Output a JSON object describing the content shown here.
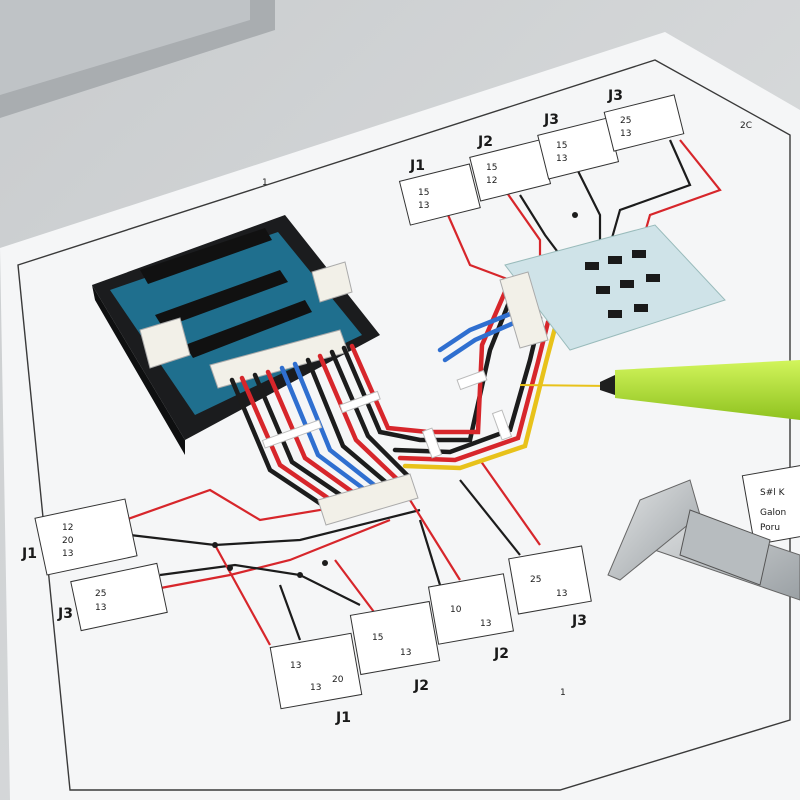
{
  "drawing": {
    "sheet_marks": {
      "top_left": "1",
      "top_right": "2C",
      "bottom": "1"
    },
    "connectors": {
      "top": [
        {
          "label": "J1",
          "rows": [
            "15",
            "13"
          ]
        },
        {
          "label": "J2",
          "rows": [
            "15",
            "12"
          ]
        },
        {
          "label": "J3",
          "rows": [
            "15",
            "13"
          ]
        },
        {
          "label": "J3",
          "rows": [
            "25",
            "13"
          ]
        }
      ],
      "left": [
        {
          "label": "J1",
          "rows": [
            "12",
            "20",
            "13"
          ]
        },
        {
          "label": "J3",
          "rows": [
            "25",
            "13"
          ]
        }
      ],
      "bottom": [
        {
          "label": "J1",
          "rows": [
            "13",
            "13",
            "20"
          ]
        },
        {
          "label": "J2",
          "rows": [
            "15",
            "13"
          ]
        },
        {
          "label": "J2",
          "rows": [
            "10",
            "13"
          ]
        },
        {
          "label": "J3",
          "rows": [
            "25",
            "13"
          ]
        }
      ]
    },
    "title_block": {
      "line1": "S#l K",
      "line2": "Galon",
      "line3": "Poru"
    }
  },
  "colors": {
    "desk": "#cfd2d3",
    "paper": "#f4f5f6",
    "wire_red": "#d7262b",
    "wire_black": "#1c1c1c",
    "wire_blue": "#2f6fd0",
    "wire_yellow": "#e8c21a",
    "pcb_teal": "#1f6f8e",
    "marker_green": "#b5e83a"
  }
}
